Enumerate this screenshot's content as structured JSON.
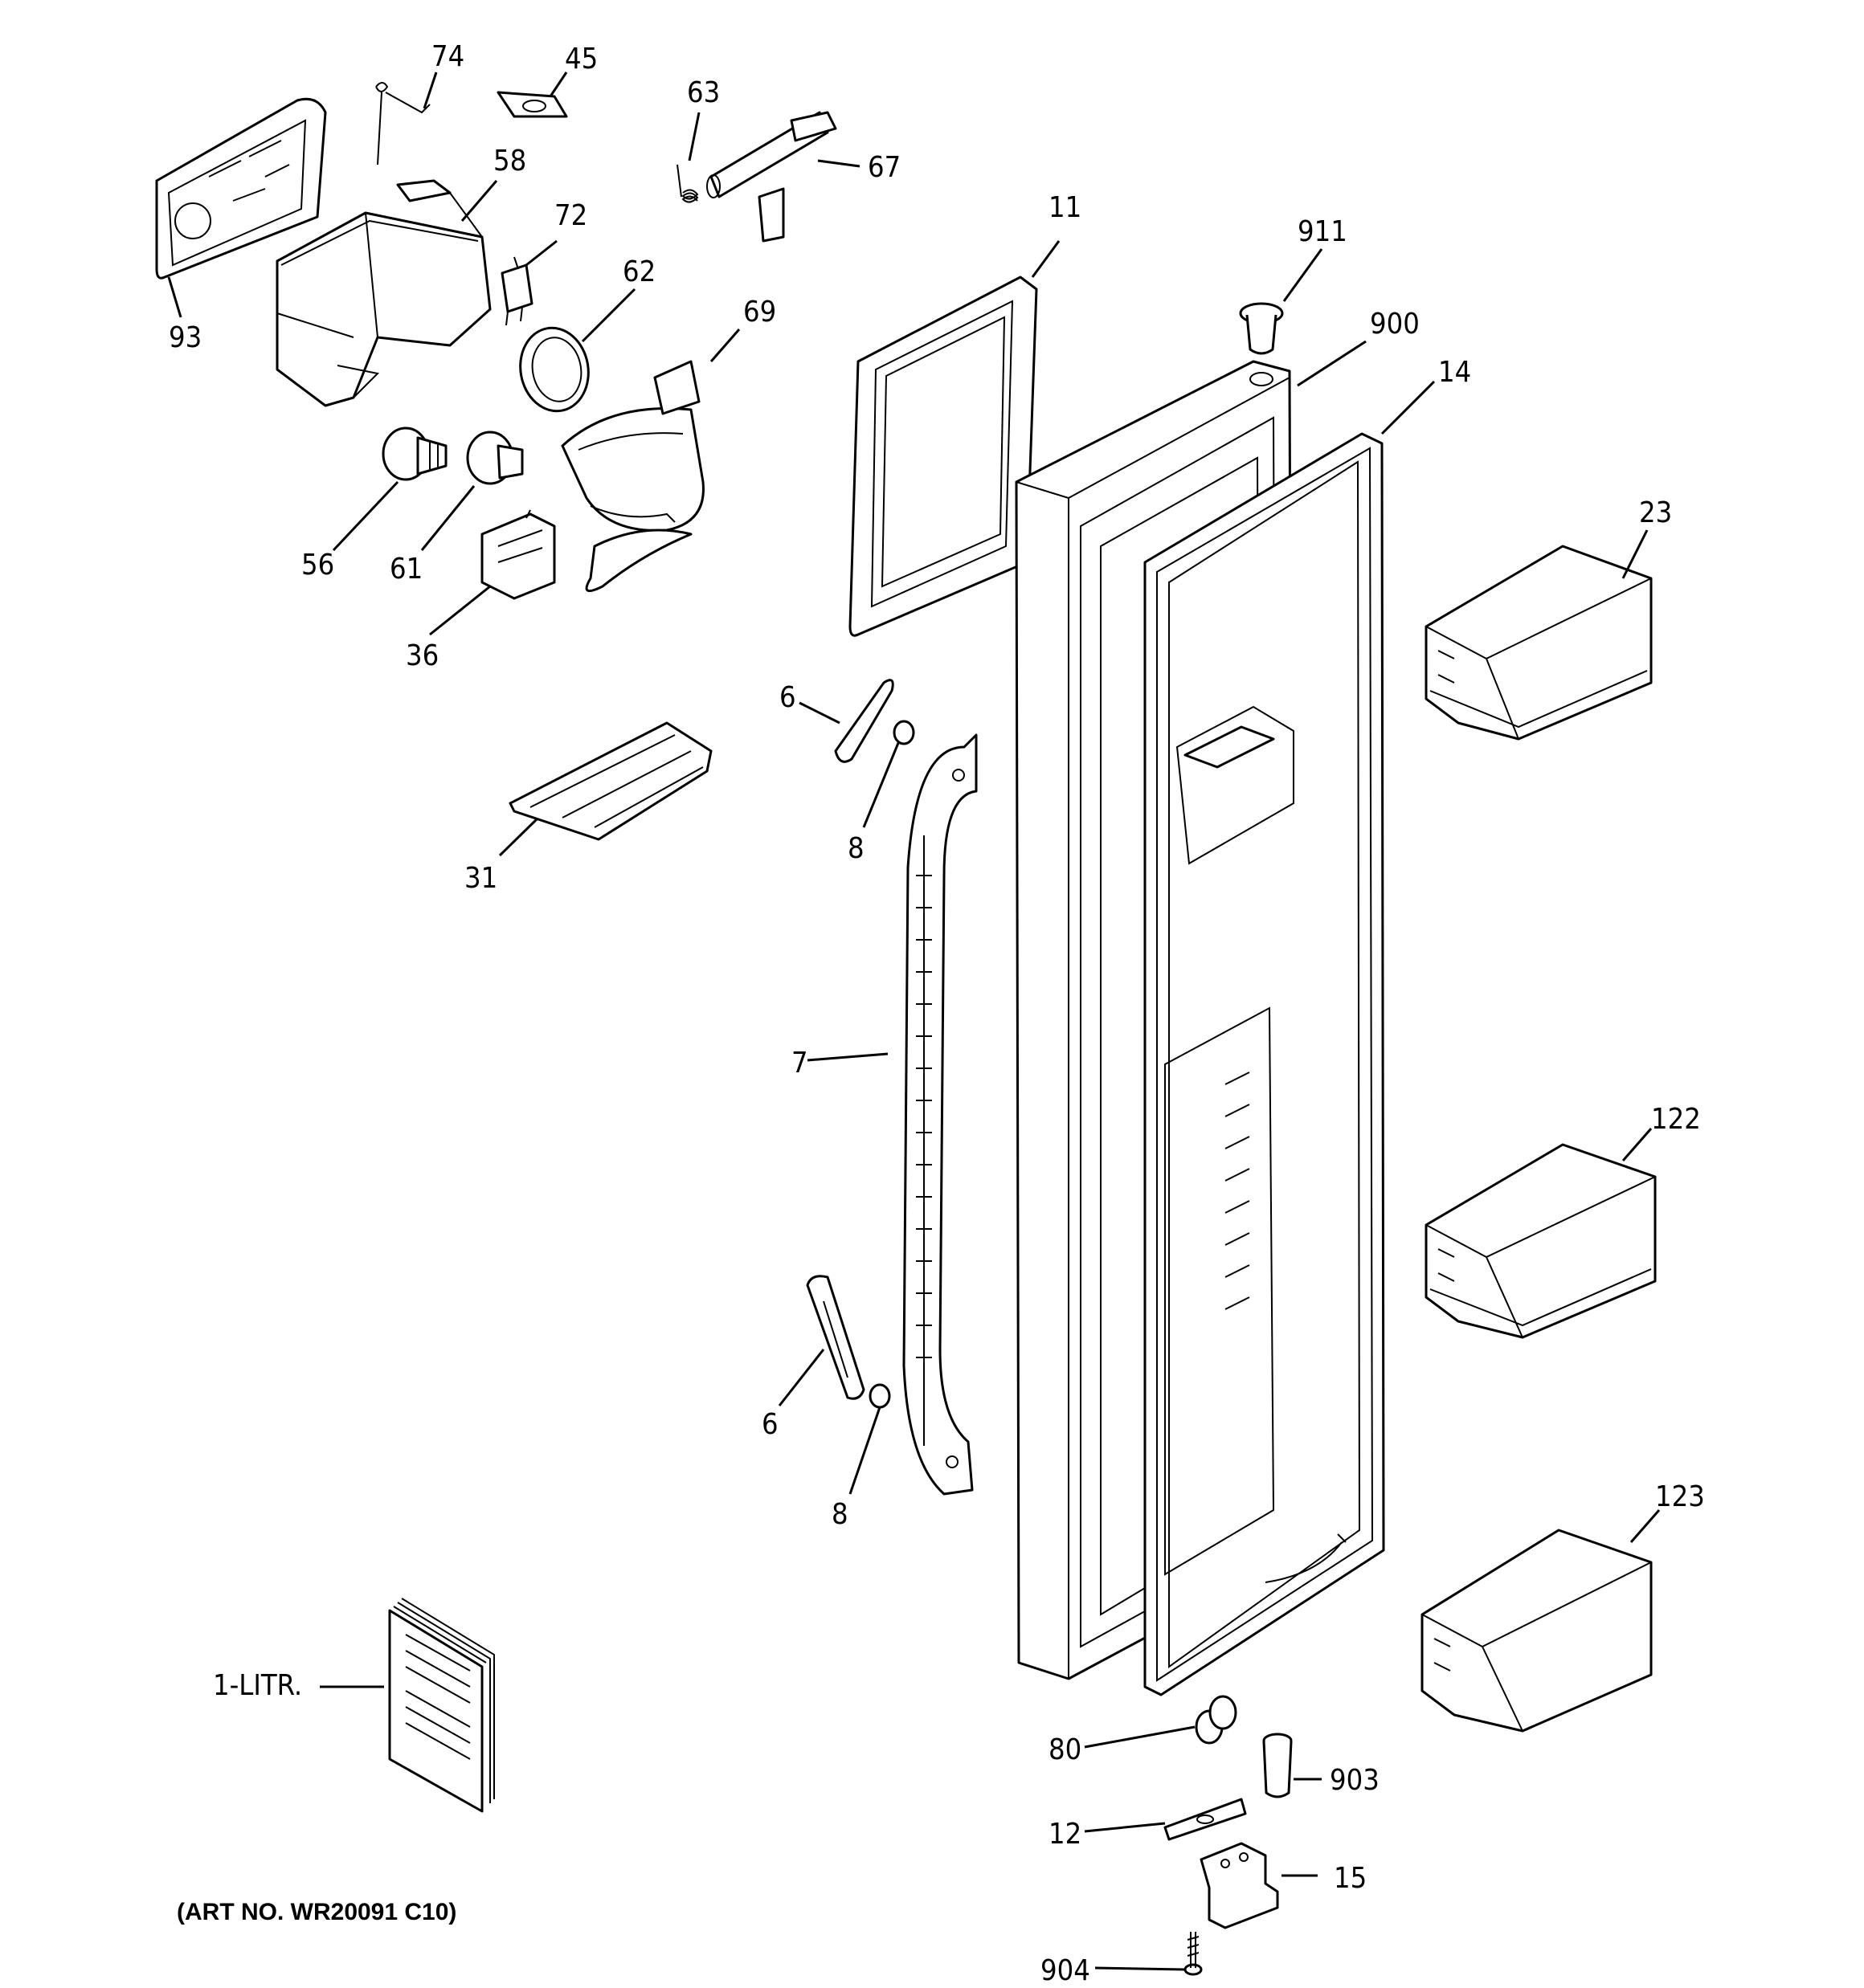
{
  "art_number": "(ART NO. WR20091 C10)",
  "labels": {
    "p74": "74",
    "p45": "45",
    "p63": "63",
    "p67": "67",
    "p58": "58",
    "p72": "72",
    "p93": "93",
    "p62": "62",
    "p69": "69",
    "p11": "11",
    "p911": "911",
    "p900": "900",
    "p14": "14",
    "p56": "56",
    "p61": "61",
    "p36": "36",
    "p23": "23",
    "p6a": "6",
    "p8a": "8",
    "p31": "31",
    "p7": "7",
    "p122": "122",
    "p6b": "6",
    "p8b": "8",
    "p123": "123",
    "litr": "1-LITR.",
    "p80": "80",
    "p903": "903",
    "p12": "12",
    "p15": "15",
    "p904": "904"
  }
}
